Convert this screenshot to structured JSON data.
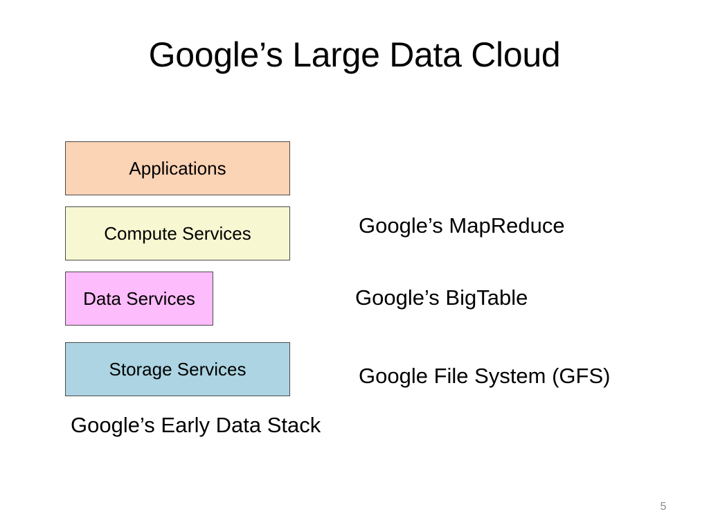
{
  "slide": {
    "title": "Google’s Large Data Cloud",
    "page_number": "5"
  },
  "stack": {
    "caption": "Google’s Early Data Stack",
    "layers": [
      {
        "label": "Applications",
        "color": "#fbd3b5"
      },
      {
        "label": "Compute Services",
        "color": "#f7f7d2"
      },
      {
        "label": "Data Services",
        "color": "#fdbcfb"
      },
      {
        "label": "Storage Services",
        "color": "#acd4e2"
      }
    ]
  },
  "annotations": {
    "compute": "Google’s MapReduce",
    "data": "Google’s BigTable",
    "storage": "Google File System (GFS)"
  }
}
